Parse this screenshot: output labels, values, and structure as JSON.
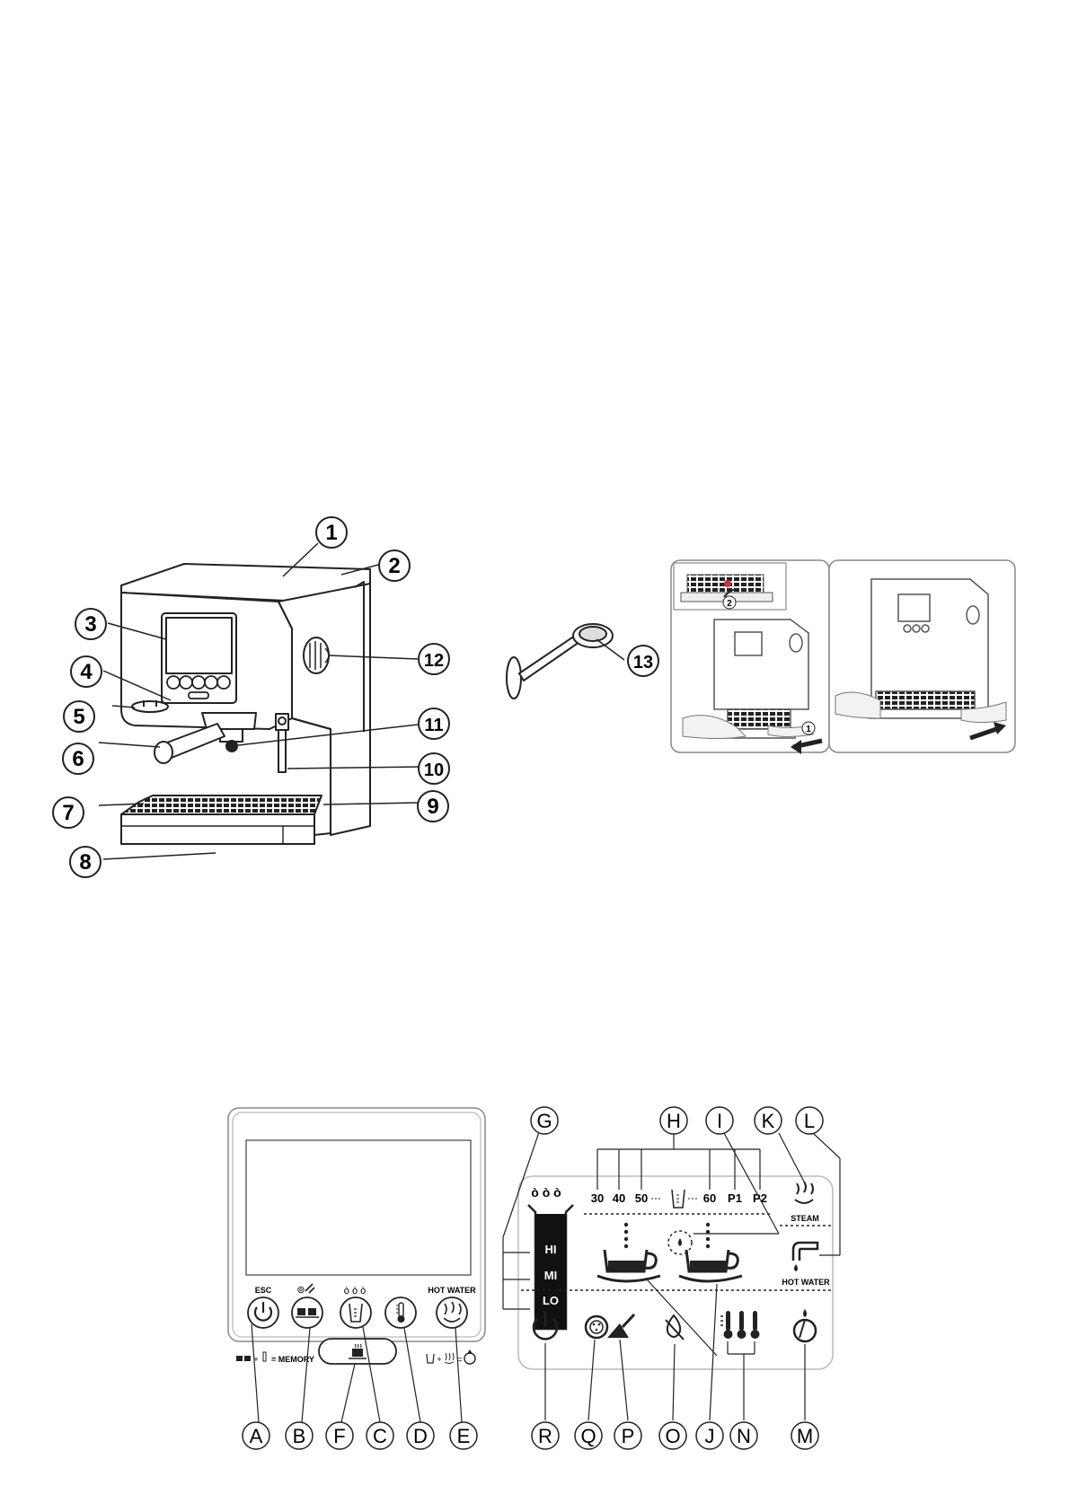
{
  "machine": {
    "callouts": [
      "1",
      "2",
      "3",
      "4",
      "5",
      "6",
      "7",
      "8",
      "9",
      "10",
      "11",
      "12",
      "13"
    ],
    "drip_steps": [
      "1",
      "2"
    ]
  },
  "panel": {
    "button_labels": {
      "esc": "ESC",
      "cups_glyph": "⊚",
      "drops": "ò ò ò",
      "hot_water": "HOT WATER"
    },
    "memory_legend": "= MEMORY",
    "plus": "+",
    "equals": "=",
    "callouts": [
      "A",
      "B",
      "F",
      "C",
      "D",
      "E"
    ]
  },
  "display": {
    "volumes": [
      "30",
      "40",
      "50",
      "60",
      "P1",
      "P2"
    ],
    "strength": [
      "HI",
      "MI",
      "LO"
    ],
    "steam_label": "STEAM",
    "hot_water_label": "HOT WATER",
    "top_callouts": [
      "G",
      "H",
      "I",
      "K",
      "L"
    ],
    "bottom_callouts": [
      "R",
      "Q",
      "P",
      "O",
      "J",
      "N",
      "M"
    ]
  }
}
